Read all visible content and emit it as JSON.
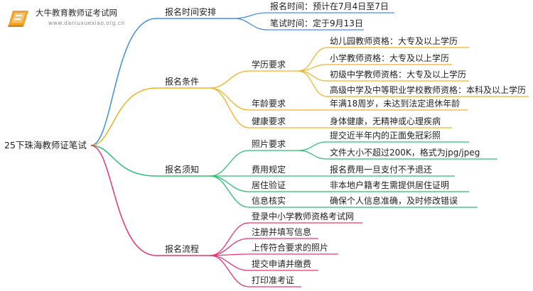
{
  "logo": {
    "title": "大牛教育教师证考试网",
    "url": "www.daniuxuexiao.org.cn",
    "accent": "#f2a32a"
  },
  "root": "25下珠海教师证笔试",
  "colors": {
    "blue": "#3f8fe0",
    "orange": "#f2b21e",
    "green": "#2fbf72",
    "pink": "#ea3473"
  },
  "branches": {
    "schedule": {
      "label": "报名时间安排",
      "items": [
        "报名时间：预计在7月4日至7日",
        "笔试时间：定于9月13日"
      ]
    },
    "conditions": {
      "label": "报名条件",
      "education": {
        "label": "学历要求",
        "items": [
          "幼儿园教师资格：大专及以上学历",
          "小学教师资格：大专及以上学历",
          "初级中学教师资格：大专及以上学历",
          "高级中学及中等职业学校教师资格：本科及以上学历"
        ]
      },
      "age": {
        "label": "年龄要求",
        "value": "年满18周岁，未达到法定退休年龄"
      },
      "health": {
        "label": "健康要求",
        "value": "身体健康，无精神或心理疾病"
      }
    },
    "notice": {
      "label": "报名须知",
      "photo": {
        "label": "照片要求",
        "items": [
          "提交近半年内的正面免冠彩照",
          "文件大小不超过200K，格式为jpg/jpeg"
        ]
      },
      "fee": {
        "label": "费用规定",
        "value": "报名费用一旦支付不予退还"
      },
      "residence": {
        "label": "居住验证",
        "value": "非本地户籍考生需提供居住证明"
      },
      "verify": {
        "label": "信息核实",
        "value": "确保个人信息准确，及时修改错误"
      }
    },
    "process": {
      "label": "报名流程",
      "items": [
        "登录中小学教师资格考试网",
        "注册并填写信息",
        "上传符合要求的照片",
        "提交申请并缴费",
        "打印准考证"
      ]
    }
  }
}
